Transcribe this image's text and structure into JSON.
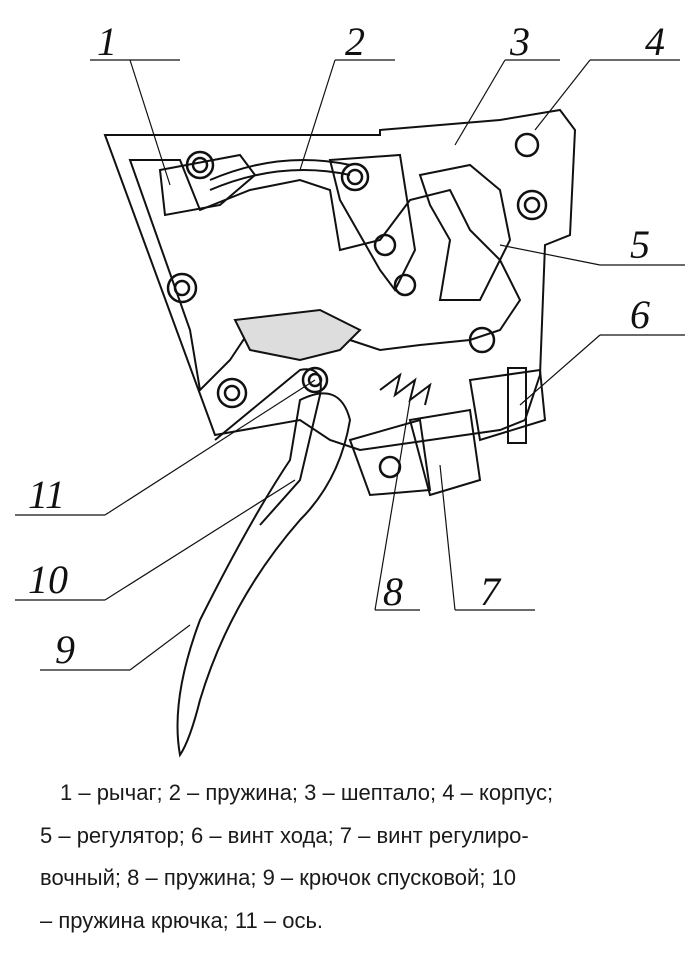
{
  "figure": {
    "callouts": [
      "1",
      "2",
      "3",
      "4",
      "5",
      "6",
      "7",
      "8",
      "9",
      "10",
      "11"
    ]
  },
  "caption": {
    "lines": [
      "1 – рычаг; 2 – пружина; 3 – шептало; 4 – корпус;",
      "5 – регулятор; 6 – винт хода; 7 – винт регулиро-",
      "вочный; 8 – пружина; 9 – крючок спусковой; 10",
      "– пружина крючка; 11 – ось."
    ]
  }
}
